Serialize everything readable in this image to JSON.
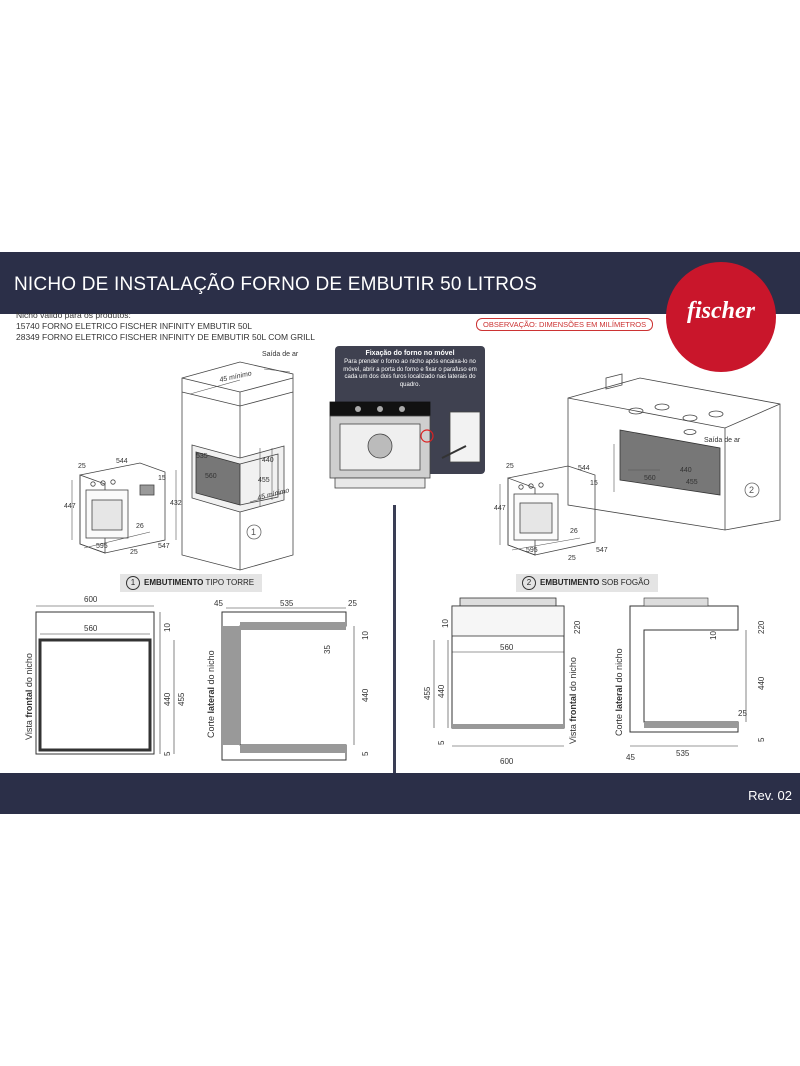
{
  "header": {
    "title": "NICHO DE INSTALAÇÃO FORNO DE EMBUTIR 50 LITROS",
    "brand": "fischer"
  },
  "intro": {
    "line1": "Nicho válido para os produtos:",
    "line2": "15740 FORNO ELETRICO FISCHER INFINITY EMBUTIR 50L",
    "line3": "28349 FORNO ELETRICO FISCHER INFINITY DE EMBUTIR 50L COM GRILL"
  },
  "observation": "OBSERVAÇÃO: DIMENSÕES EM MILÍMETROS",
  "callout": {
    "title": "Fixação do forno no móvel",
    "body": "Para prender o forno ao nicho após encaixa-lo no móvel, abrir a porta do forno e fixar o parafuso em cada um dos dois furos localizado nas laterais do quadro."
  },
  "tower": {
    "badge": "1",
    "label_bold": "EMBUTIMENTO",
    "label_rest": " TIPO TORRE",
    "air_label": "Saída de ar",
    "min_top": "45 mínimo",
    "min_side": "45 mínimo",
    "oven_dims": [
      "25",
      "544",
      "15",
      "447",
      "26",
      "595",
      "25",
      "547"
    ],
    "niche_dims": [
      "535",
      "560",
      "440",
      "455",
      "432"
    ]
  },
  "stove": {
    "badge": "2",
    "label_bold": "EMBUTIMENTO",
    "label_rest": " SOB FOGÃO",
    "air_label": "Saída de ar",
    "oven_dims": [
      "25",
      "544",
      "15",
      "447",
      "26",
      "595",
      "25",
      "547"
    ],
    "niche_dims": [
      "560",
      "440",
      "455"
    ]
  },
  "views": {
    "tower_front": {
      "label_pre": "Vista ",
      "label_bold": "frontal",
      "label_post": " do nicho",
      "d600": "600",
      "d560": "560",
      "d10": "10",
      "d440": "440",
      "d455": "455",
      "d5": "5"
    },
    "tower_side": {
      "label_pre": "Corte ",
      "label_bold": "lateral",
      "label_post": " do nicho",
      "d45": "45",
      "d535": "535",
      "d25": "25",
      "d10": "10",
      "d35": "35",
      "d440": "440",
      "d5": "5"
    },
    "stove_front": {
      "label_pre": "Vista ",
      "label_bold": "frontal",
      "label_post": " do nicho",
      "d10": "10",
      "d220": "220",
      "d560": "560",
      "d455": "455",
      "d440": "440",
      "d5": "5",
      "d600": "600"
    },
    "stove_side": {
      "label_pre": "Corte ",
      "label_bold": "lateral",
      "label_post": " do nicho",
      "d10": "10",
      "d220": "220",
      "d440": "440",
      "d25": "25",
      "d5": "5",
      "d45": "45",
      "d535": "535"
    }
  },
  "footer": {
    "revision": "Rev. 02"
  },
  "colors": {
    "band": "#2b2f48",
    "brand_red": "#c9162b",
    "callout": "#3f4150"
  }
}
